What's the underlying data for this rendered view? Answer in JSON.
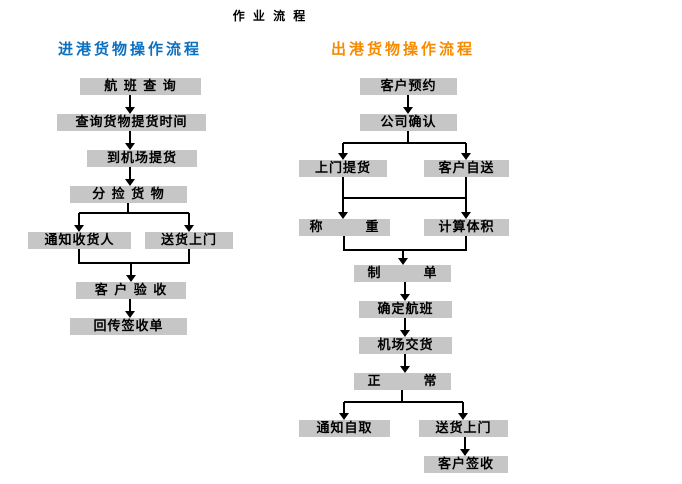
{
  "title": "作 业 流 程",
  "colors": {
    "inbound_title": "#0b70c0",
    "outbound_title": "#f78b00",
    "node_background": "#c6c6c6",
    "node_text": "#000000",
    "connector": "#000000"
  },
  "flows": {
    "inbound": {
      "title": "进港货物操作流程",
      "steps": [
        "航 班 查 询",
        "查询货物提货时间",
        "到机场提货",
        "分 捡 货 物",
        "通知收货人",
        "送货上门",
        "客 户 验 收",
        "回传签收单"
      ]
    },
    "outbound": {
      "title": "出港货物操作流程",
      "steps": [
        "客户预约",
        "公司确认",
        "上门提货",
        "客户自送",
        "称　　　重",
        "计算体积",
        "制　　　单",
        "确定航班",
        "机场交货",
        "正　　　常",
        "通知自取",
        "送货上门",
        "客户签收"
      ]
    }
  }
}
